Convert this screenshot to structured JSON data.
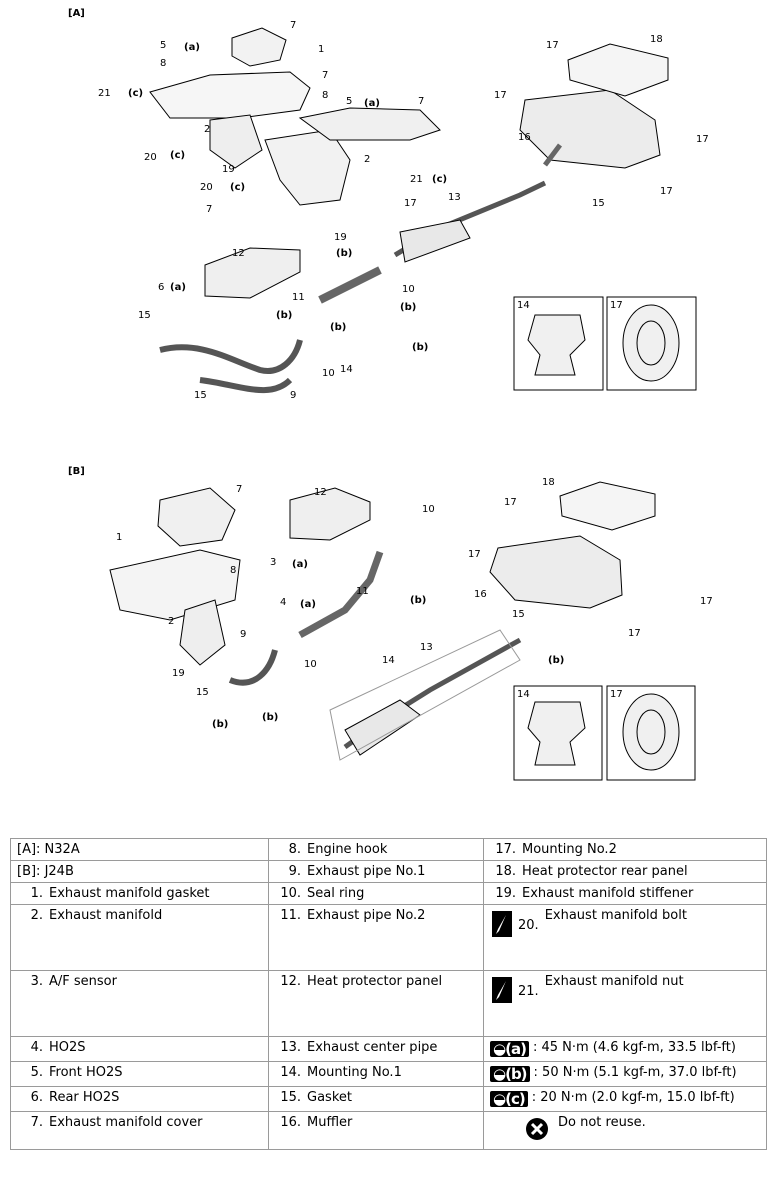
{
  "sections": {
    "a": {
      "label": "[A]"
    },
    "b": {
      "label": "[B]"
    }
  },
  "callouts_a": [
    "1",
    "2",
    "2",
    "5",
    "5",
    "6",
    "7",
    "7",
    "7",
    "7",
    "8",
    "8",
    "9",
    "10",
    "10",
    "11",
    "12",
    "13",
    "14",
    "15",
    "15",
    "15",
    "16",
    "17",
    "17",
    "17",
    "17",
    "17",
    "18",
    "19",
    "19",
    "20",
    "20",
    "21",
    "21",
    "(a)",
    "(a)",
    "(a)",
    "(b)",
    "(b)",
    "(b)",
    "(b)",
    "(b)",
    "(c)",
    "(c)",
    "(c)",
    "(c)"
  ],
  "callouts_b": [
    "1",
    "2",
    "3",
    "4",
    "7",
    "8",
    "9",
    "10",
    "10",
    "11",
    "12",
    "13",
    "14",
    "15",
    "15",
    "16",
    "17",
    "17",
    "17",
    "17",
    "18",
    "19",
    "(a)",
    "(a)",
    "(b)",
    "(b)",
    "(b)",
    "(b)"
  ],
  "inset_labels": {
    "mount1": "14",
    "mount2": "17"
  },
  "legend": {
    "rows": [
      [
        {
          "text": "[A]: N32A"
        },
        {
          "num": "8.",
          "text": "Engine hook"
        },
        {
          "num": "17.",
          "text": "Mounting No.2"
        }
      ],
      [
        {
          "text": "[B]: J24B"
        },
        {
          "num": "9.",
          "text": "Exhaust pipe No.1"
        },
        {
          "num": "18.",
          "text": "Heat protector rear panel"
        }
      ],
      [
        {
          "num": "1.",
          "text": "Exhaust manifold gasket"
        },
        {
          "num": "10.",
          "text": "Seal ring"
        },
        {
          "num": "19.",
          "text": "Exhaust manifold stiffener"
        }
      ],
      [
        {
          "num": "2.",
          "text": "Exhaust manifold"
        },
        {
          "num": "11.",
          "text": "Exhaust pipe No.2"
        },
        {
          "icon": "bolt-icon",
          "num": "20.",
          "text": "Exhaust manifold bolt"
        }
      ],
      [
        {
          "num": "3.",
          "text": "A/F sensor"
        },
        {
          "num": "12.",
          "text": "Heat protector panel"
        },
        {
          "icon": "bolt-icon",
          "num": "21.",
          "text": "Exhaust manifold nut"
        }
      ],
      [
        {
          "num": "4.",
          "text": "HO2S"
        },
        {
          "num": "13.",
          "text": "Exhaust center pipe"
        },
        {
          "icon": "torque-icon",
          "tag": "(a)",
          "text": ": 45 N·m (4.6 kgf-m, 33.5 lbf-ft)"
        }
      ],
      [
        {
          "num": "5.",
          "text": "Front HO2S"
        },
        {
          "num": "14.",
          "text": "Mounting No.1"
        },
        {
          "icon": "torque-icon",
          "tag": "(b)",
          "text": ": 50 N·m (5.1 kgf-m, 37.0 lbf-ft)"
        }
      ],
      [
        {
          "num": "6.",
          "text": "Rear HO2S"
        },
        {
          "num": "15.",
          "text": "Gasket"
        },
        {
          "icon": "torque-icon",
          "tag": "(c)",
          "text": ": 20 N·m (2.0 kgf-m, 15.0 lbf-ft)"
        }
      ],
      [
        {
          "num": "7.",
          "text": "Exhaust manifold cover"
        },
        {
          "num": "16.",
          "text": "Muffler"
        },
        {
          "icon": "no-reuse-icon",
          "text": "Do not reuse."
        }
      ]
    ]
  }
}
